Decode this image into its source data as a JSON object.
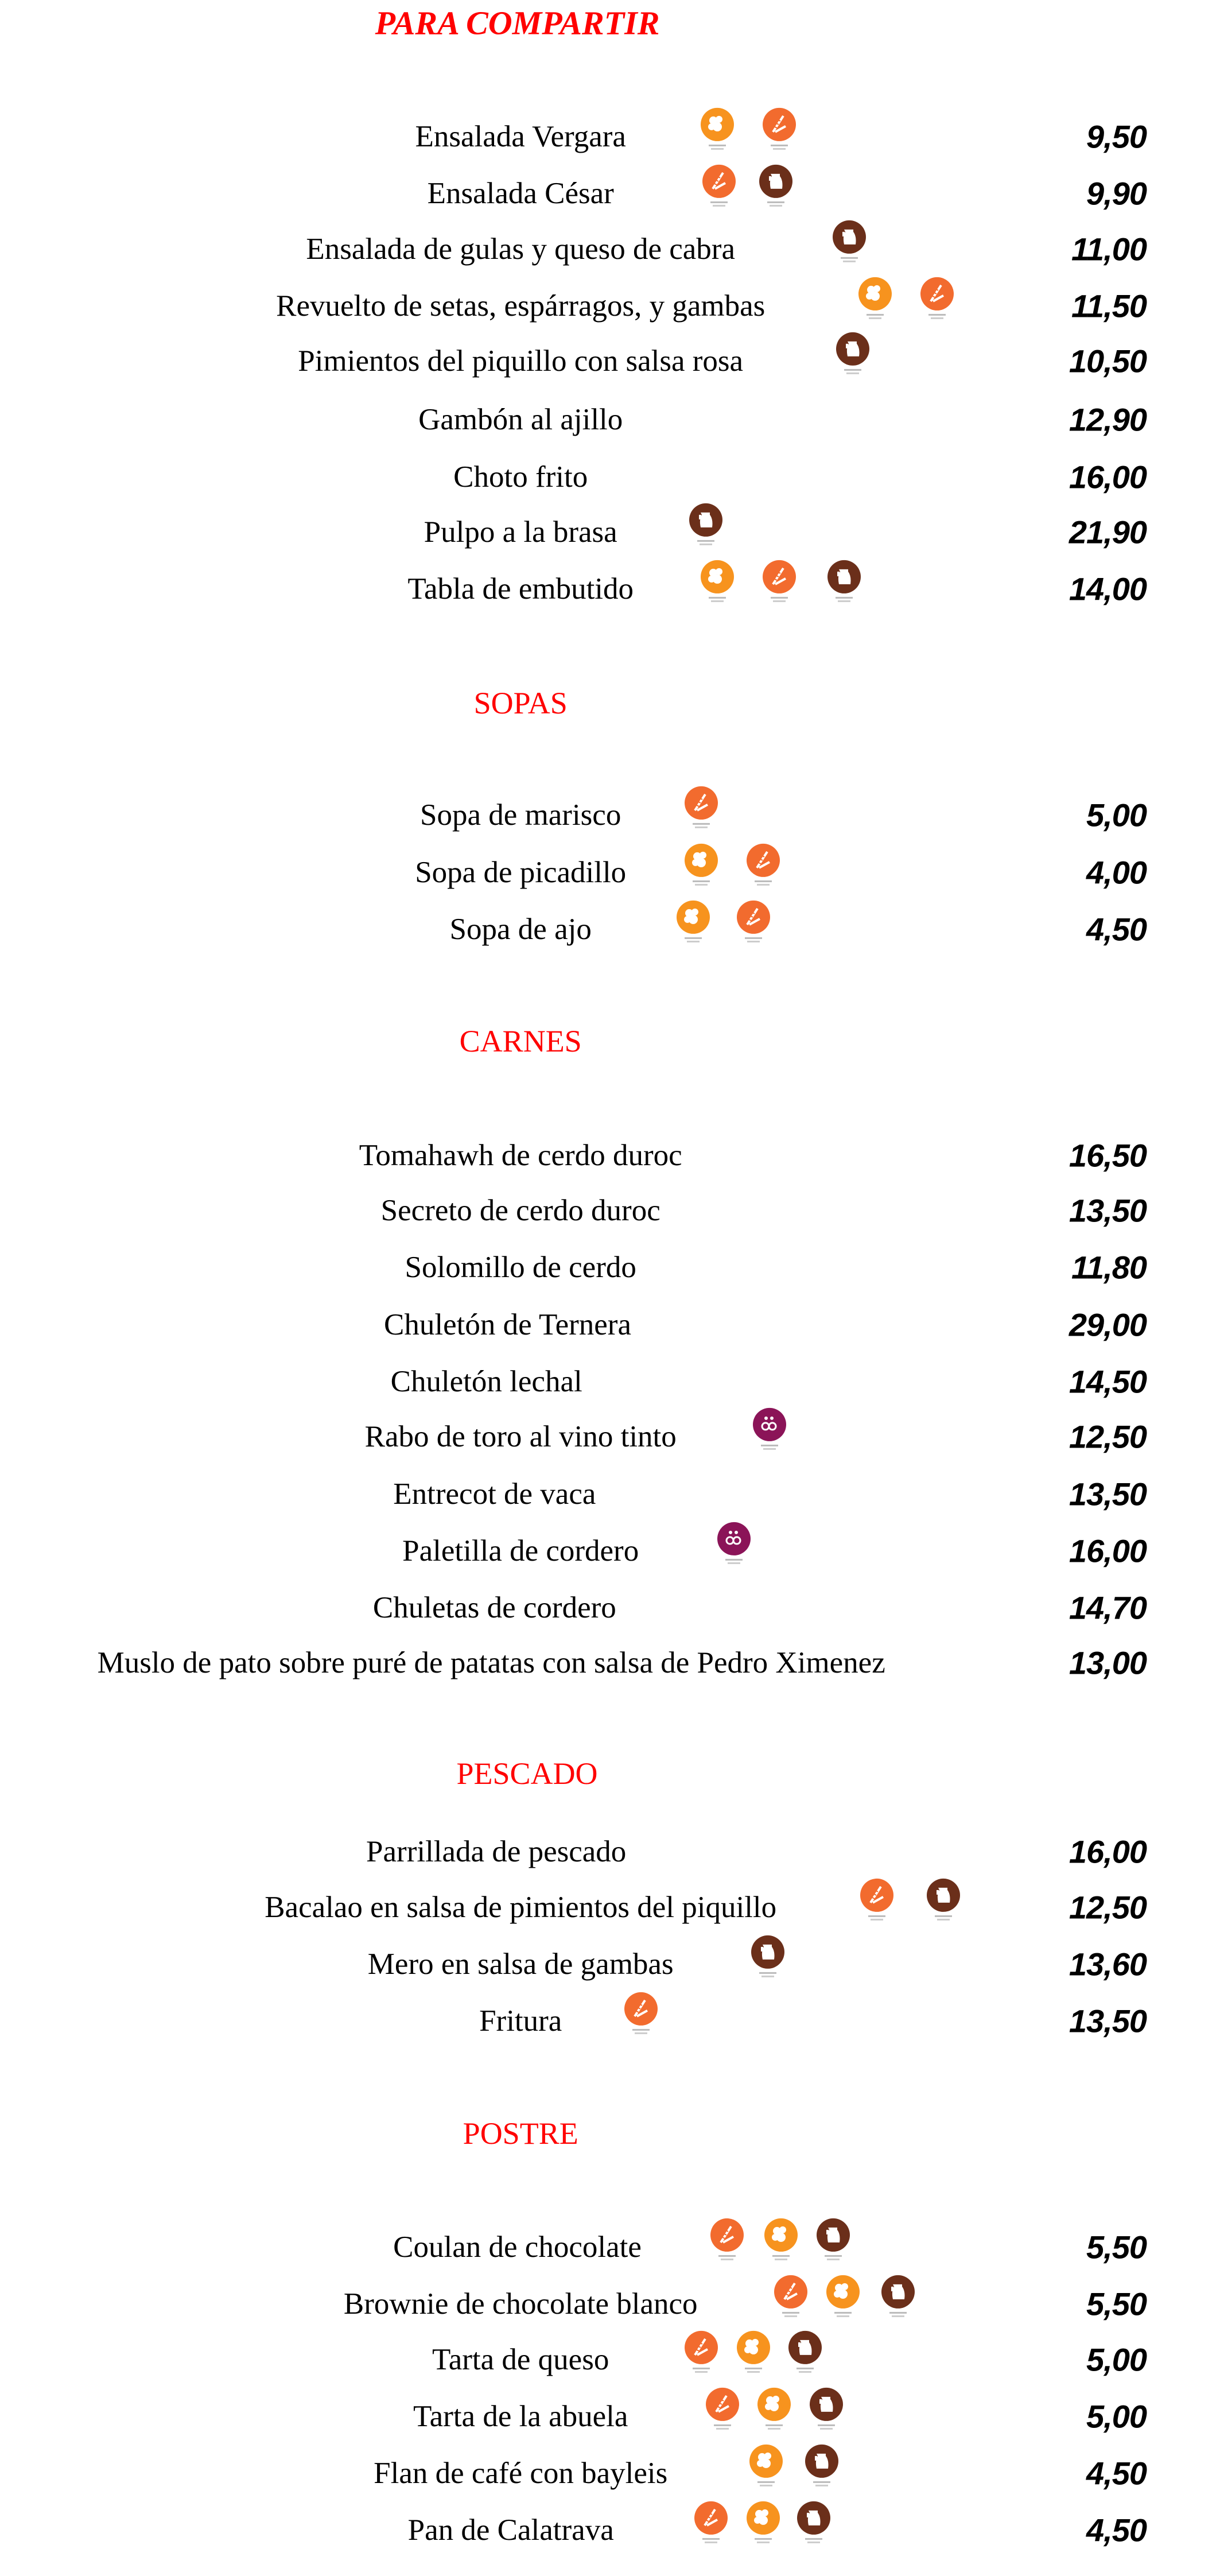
{
  "allergen_colors": {
    "egg": "#f7931e",
    "gluten": "#f26b2e",
    "dairy": "#6b2f1a",
    "sulfites": "#8b1458"
  },
  "sections": [
    {
      "title": "PARA COMPARTIR",
      "items": [
        {
          "name": "Ensalada Vergara",
          "price": "9,50",
          "allergens": [
            "egg",
            "gluten"
          ]
        },
        {
          "name": "Ensalada César",
          "price": "9,90",
          "allergens": [
            "gluten",
            "dairy"
          ]
        },
        {
          "name": "Ensalada de gulas y queso de cabra",
          "price": "11,00",
          "allergens": [
            "dairy"
          ]
        },
        {
          "name": "Revuelto de setas, espárragos,  y gambas",
          "price": "11,50",
          "allergens": [
            "egg",
            "gluten"
          ]
        },
        {
          "name": "Pimientos del piquillo con salsa rosa",
          "price": "10,50",
          "allergens": [
            "dairy"
          ]
        },
        {
          "name": "Gambón al ajillo",
          "price": "12,90",
          "allergens": []
        },
        {
          "name": "Choto frito",
          "price": "16,00",
          "allergens": []
        },
        {
          "name": "Pulpo a la brasa",
          "price": "21,90",
          "allergens": [
            "dairy"
          ]
        },
        {
          "name": "Tabla de  embutido",
          "price": "14,00",
          "allergens": [
            "egg",
            "gluten",
            "dairy"
          ]
        }
      ]
    },
    {
      "title": "SOPAS",
      "items": [
        {
          "name": "Sopa de marisco",
          "price": "5,00",
          "allergens": [
            "gluten"
          ]
        },
        {
          "name": "Sopa de picadillo",
          "price": "4,00",
          "allergens": [
            "egg",
            "gluten"
          ]
        },
        {
          "name": "Sopa de ajo",
          "price": "4,50",
          "allergens": [
            "egg",
            "gluten"
          ]
        }
      ]
    },
    {
      "title": "CARNES",
      "items": [
        {
          "name": "Tomahawh de cerdo duroc",
          "price": "16,50",
          "allergens": []
        },
        {
          "name": "Secreto de cerdo duroc",
          "price": "13,50",
          "allergens": []
        },
        {
          "name": "Solomillo de cerdo",
          "price": "11,80",
          "allergens": []
        },
        {
          "name": "Chuletón de Ternera",
          "price": "29,00",
          "allergens": []
        },
        {
          "name": "Chuletón lechal",
          "price": "14,50",
          "allergens": []
        },
        {
          "name": "Rabo de toro al vino tinto",
          "price": "12,50",
          "allergens": [
            "sulfites"
          ]
        },
        {
          "name": "Entrecot de vaca",
          "price": "13,50",
          "allergens": []
        },
        {
          "name": "Paletilla de cordero",
          "price": "16,00",
          "allergens": [
            "sulfites"
          ]
        },
        {
          "name": "Chuletas de cordero",
          "price": "14,70",
          "allergens": []
        },
        {
          "name": "Muslo de pato sobre puré de patatas con salsa de Pedro Ximenez",
          "price": "13,00",
          "allergens": []
        }
      ]
    },
    {
      "title": "PESCADO",
      "items": [
        {
          "name": "Parrillada de pescado",
          "price": "16,00",
          "allergens": []
        },
        {
          "name": "Bacalao en salsa de pimientos del piquillo",
          "price": "12,50",
          "allergens": [
            "gluten",
            "dairy"
          ]
        },
        {
          "name": "Mero en salsa de gambas",
          "price": "13,60",
          "allergens": [
            "dairy"
          ]
        },
        {
          "name": "Fritura",
          "price": "13,50",
          "allergens": [
            "gluten"
          ]
        }
      ]
    },
    {
      "title": "POSTRE",
      "items": [
        {
          "name": "Coulan de chocolate",
          "price": "5,50",
          "allergens": [
            "gluten",
            "egg",
            "dairy"
          ]
        },
        {
          "name": "Brownie de chocolate blanco",
          "price": "5,50",
          "allergens": [
            "gluten",
            "egg",
            "dairy"
          ]
        },
        {
          "name": "Tarta de queso",
          "price": "5,00",
          "allergens": [
            "gluten",
            "egg",
            "dairy"
          ]
        },
        {
          "name": "Tarta de la abuela",
          "price": "5,00",
          "allergens": [
            "gluten",
            "egg",
            "dairy"
          ]
        },
        {
          "name": "Flan de café con bayleis",
          "price": "4,50",
          "allergens": [
            "egg",
            "dairy"
          ]
        },
        {
          "name": "Pan de Calatrava",
          "price": "4,50",
          "allergens": [
            "gluten",
            "egg",
            "dairy"
          ]
        }
      ]
    }
  ]
}
